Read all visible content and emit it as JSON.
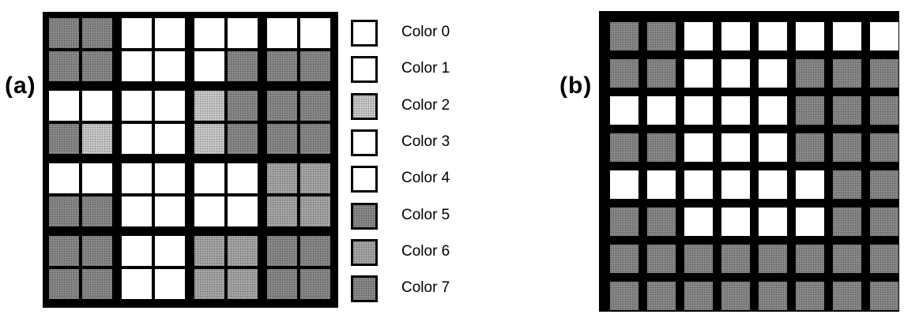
{
  "colors": {
    "white": "#ffffff",
    "light": "#cbcbcb",
    "mid": "#a8a8a8",
    "dark": "#8a8a8a",
    "border": "#000000"
  },
  "panel_a": {
    "label": "(a)",
    "grid": [
      [
        "dark",
        "dark",
        "white",
        "white",
        "white",
        "white",
        "white",
        "white"
      ],
      [
        "dark",
        "dark",
        "white",
        "white",
        "white",
        "dark",
        "dark",
        "dark"
      ],
      [
        "white",
        "white",
        "white",
        "white",
        "light",
        "dark",
        "dark",
        "dark"
      ],
      [
        "dark",
        "light",
        "white",
        "white",
        "light",
        "dark",
        "dark",
        "dark"
      ],
      [
        "white",
        "white",
        "white",
        "white",
        "white",
        "white",
        "mid",
        "mid"
      ],
      [
        "dark",
        "dark",
        "white",
        "white",
        "white",
        "white",
        "mid",
        "mid"
      ],
      [
        "dark",
        "dark",
        "white",
        "white",
        "mid",
        "mid",
        "dark",
        "dark"
      ],
      [
        "dark",
        "dark",
        "white",
        "white",
        "mid",
        "mid",
        "dark",
        "dark"
      ]
    ]
  },
  "legend": [
    {
      "label": "Color 0",
      "swatch": "white"
    },
    {
      "label": "Color 1",
      "swatch": "white"
    },
    {
      "label": "Color 2",
      "swatch": "light"
    },
    {
      "label": "Color 3",
      "swatch": "white"
    },
    {
      "label": "Color 4",
      "swatch": "white"
    },
    {
      "label": "Color 5",
      "swatch": "dark"
    },
    {
      "label": "Color 6",
      "swatch": "mid"
    },
    {
      "label": "Color 7",
      "swatch": "dark"
    }
  ],
  "panel_b": {
    "label": "(b)",
    "grid": [
      [
        "dark",
        "dark",
        "white",
        "white",
        "white",
        "white",
        "white",
        "white"
      ],
      [
        "dark",
        "dark",
        "white",
        "white",
        "white",
        "dark",
        "dark",
        "dark"
      ],
      [
        "white",
        "white",
        "white",
        "white",
        "white",
        "dark",
        "dark",
        "dark"
      ],
      [
        "dark",
        "dark",
        "white",
        "white",
        "white",
        "dark",
        "dark",
        "dark"
      ],
      [
        "white",
        "white",
        "white",
        "white",
        "white",
        "white",
        "dark",
        "dark"
      ],
      [
        "dark",
        "dark",
        "white",
        "white",
        "white",
        "white",
        "dark",
        "dark"
      ],
      [
        "dark",
        "dark",
        "dark",
        "dark",
        "dark",
        "dark",
        "dark",
        "dark"
      ],
      [
        "dark",
        "dark",
        "dark",
        "dark",
        "dark",
        "dark",
        "dark",
        "dark"
      ]
    ]
  }
}
